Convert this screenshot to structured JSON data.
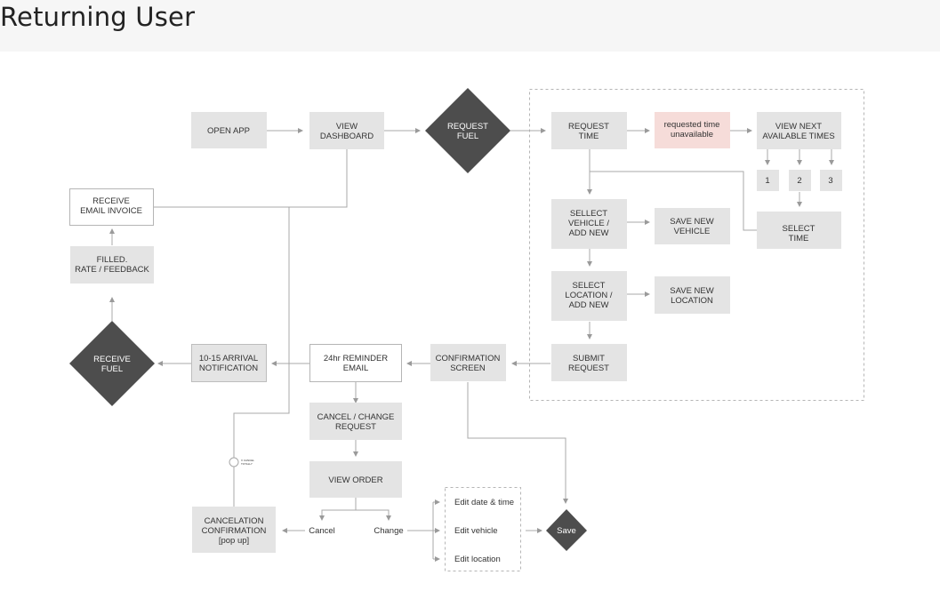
{
  "header": {
    "title": "Returning User"
  },
  "nodes": {
    "open_app": [
      "OPEN APP"
    ],
    "view_dashboard": [
      "VIEW",
      "DASHBOARD"
    ],
    "request_fuel": [
      "REQUEST",
      "FUEL"
    ],
    "request_time": [
      "REQUEST",
      "TIME"
    ],
    "time_unavailable": [
      "requested time",
      "unavailable"
    ],
    "view_next_times": [
      "VIEW NEXT",
      "AVAILABLE TIMES"
    ],
    "time_opt_1": [
      "1"
    ],
    "time_opt_2": [
      "2"
    ],
    "time_opt_3": [
      "3"
    ],
    "select_time": [
      "SELECT",
      "TIME"
    ],
    "select_vehicle": [
      "SELLECT",
      "VEHICLE /",
      "ADD NEW"
    ],
    "save_vehicle": [
      "SAVE NEW",
      "VEHICLE"
    ],
    "select_location": [
      "SELECT",
      "LOCATION /",
      "ADD NEW"
    ],
    "save_location": [
      "SAVE NEW",
      "LOCATION"
    ],
    "submit_request": [
      "SUBMIT",
      "REQUEST"
    ],
    "confirmation_screen": [
      "CONFIRMATION",
      "SCREEN"
    ],
    "reminder_email": [
      "24hr REMINDER",
      "EMAIL"
    ],
    "arrival_notification": [
      "10-15 ARRIVAL",
      "NOTIFICATION"
    ],
    "receive_fuel": [
      "RECEIVE",
      "FUEL"
    ],
    "filled_feedback": [
      "FILLED.",
      "RATE / FEEDBACK"
    ],
    "email_invoice": [
      "RECEIVE",
      "EMAIL INVOICE"
    ],
    "cancel_change": [
      "CANCEL / CHANGE",
      "REQUEST"
    ],
    "view_order": [
      "VIEW ORDER"
    ],
    "cancel": [
      "Cancel"
    ],
    "change": [
      "Change"
    ],
    "cancel_confirmation": [
      "CANCELATION",
      "CONFIRMATION",
      "[pop up]"
    ],
    "edit_datetime": [
      "Edit date & time"
    ],
    "edit_vehicle": [
      "Edit vehicle"
    ],
    "edit_location": [
      "Edit location"
    ],
    "save": [
      "Save"
    ]
  },
  "tiny_note": [
    "X CANCEL",
    "TOTALLY"
  ],
  "colors": {
    "box": "#e4e4e4",
    "box_border": "#bdbdbd",
    "diamond": "#4d4d4d",
    "error": "#f6dcd9",
    "line": "#a8a8a8"
  }
}
